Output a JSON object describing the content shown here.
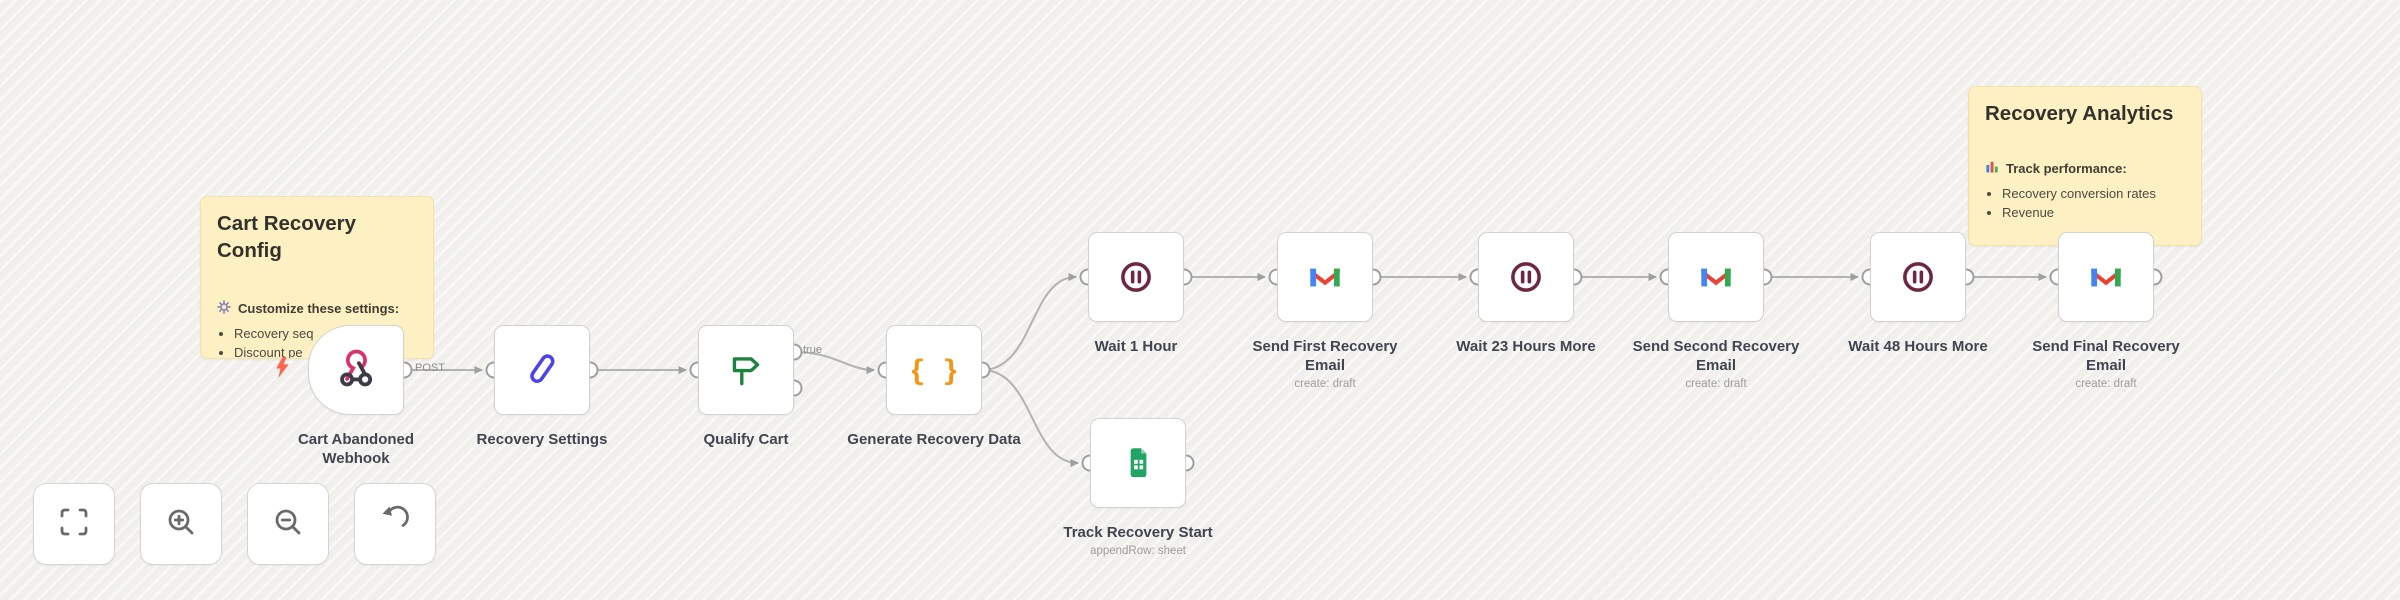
{
  "stickies": [
    {
      "title": "Cart Recovery Config",
      "heading": "Customize these settings:",
      "heading_icon": "gear-icon",
      "bullets": [
        "Recovery seq",
        "Discount pe"
      ]
    },
    {
      "title": "Recovery Analytics",
      "heading": "Track performance:",
      "heading_icon": "bar-chart-icon",
      "bullets": [
        "Recovery conversion rates",
        "Revenue"
      ]
    }
  ],
  "nodes": [
    {
      "label": "Cart Abandoned Webhook",
      "icon": "webhook-icon",
      "type": "trigger"
    },
    {
      "label": "Recovery Settings",
      "icon": "edit-pen-icon"
    },
    {
      "label": "Qualify Cart",
      "icon": "if-signpost-icon"
    },
    {
      "label": "Generate Recovery Data",
      "icon": "code-braces-icon"
    },
    {
      "label": "Wait 1 Hour",
      "icon": "pause-icon"
    },
    {
      "label": "Send First Recovery Email",
      "subtitle": "create: draft",
      "icon": "gmail-icon"
    },
    {
      "label": "Wait 23 Hours More",
      "icon": "pause-icon"
    },
    {
      "label": "Send Second Recovery Email",
      "subtitle": "create: draft",
      "icon": "gmail-icon"
    },
    {
      "label": "Wait 48 Hours More",
      "icon": "pause-icon"
    },
    {
      "label": "Send Final Recovery Email",
      "subtitle": "create: draft",
      "icon": "gmail-icon"
    },
    {
      "label": "Track Recovery Start",
      "subtitle": "appendRow: sheet",
      "icon": "sheets-icon"
    }
  ],
  "wires": {
    "post_label": "POST",
    "true_label": "true"
  },
  "controls": [
    {
      "name": "fit-view-button",
      "icon": "fit-view-icon"
    },
    {
      "name": "zoom-in-button",
      "icon": "zoom-in-icon"
    },
    {
      "name": "zoom-out-button",
      "icon": "zoom-out-icon"
    },
    {
      "name": "undo-button",
      "icon": "undo-icon"
    }
  ],
  "colors": {
    "canvas_bg": "#f1f0ed",
    "sticky_bg": "#fdf0c2",
    "wire": "#b2b2b2",
    "webhook_pink": "#d6336c",
    "set_blue": "#4c43e8",
    "if_green": "#1d843f",
    "code_orange": "#f59411",
    "wait_maroon": "#6e2742",
    "gmail_red": "#ea4335",
    "gmail_blue": "#4285f4",
    "gmail_green": "#34a853",
    "gmail_yellow": "#fbbc04",
    "sheets_green": "#21a464",
    "bolt_orange": "#ff6450"
  }
}
